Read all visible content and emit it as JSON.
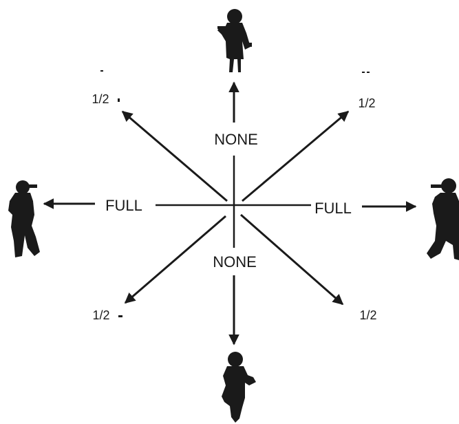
{
  "diagram": {
    "labels": {
      "north": "NONE",
      "south": "NONE",
      "west": "FULL",
      "east": "FULL",
      "northwest": "1/2",
      "northeast": "1/2",
      "southwest": "1/2",
      "southeast": "1/2"
    },
    "figures": [
      "soldier-silhouette-top",
      "soldier-silhouette-bottom",
      "soldier-silhouette-left",
      "soldier-silhouette-right"
    ],
    "ink_color": "#1a1a1a",
    "background_color": "#ffffff"
  }
}
